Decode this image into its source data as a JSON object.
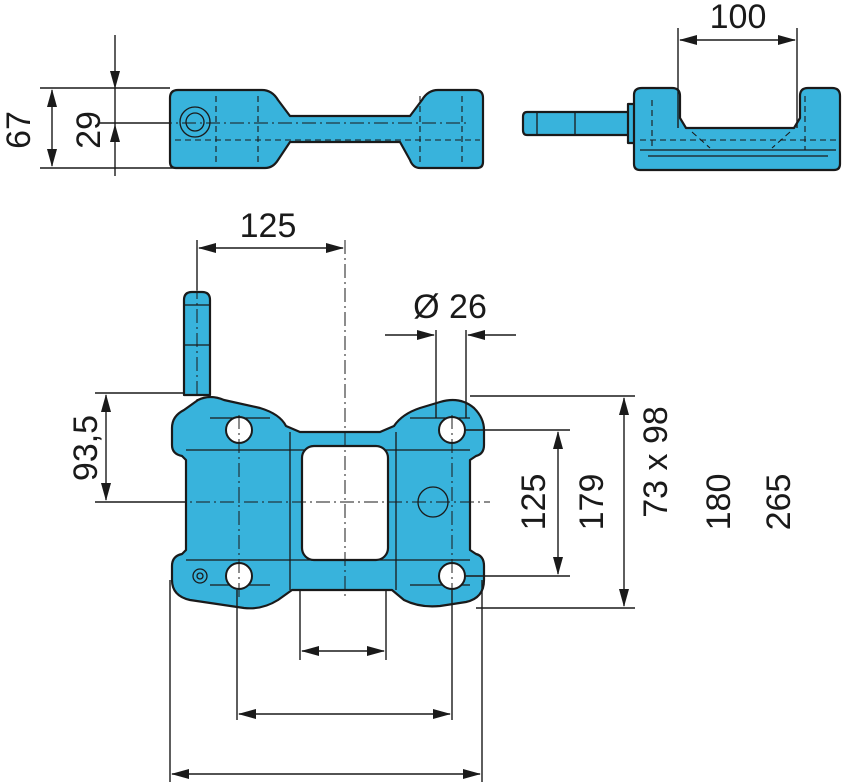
{
  "colors": {
    "part_fill": "#38b3dc",
    "line": "#1a1a1a",
    "background": "#ffffff"
  },
  "dimensions": {
    "top_width": "100",
    "overall_height": "67",
    "pin_height": "29",
    "pin_offset": "125",
    "hole_diameter": "Ø 26",
    "pin_position": "93,5",
    "hole_spacing_v": "125",
    "outer_spacing_v": "179",
    "slot_size": "73 x 98",
    "width_180": "180",
    "width_265": "265"
  }
}
